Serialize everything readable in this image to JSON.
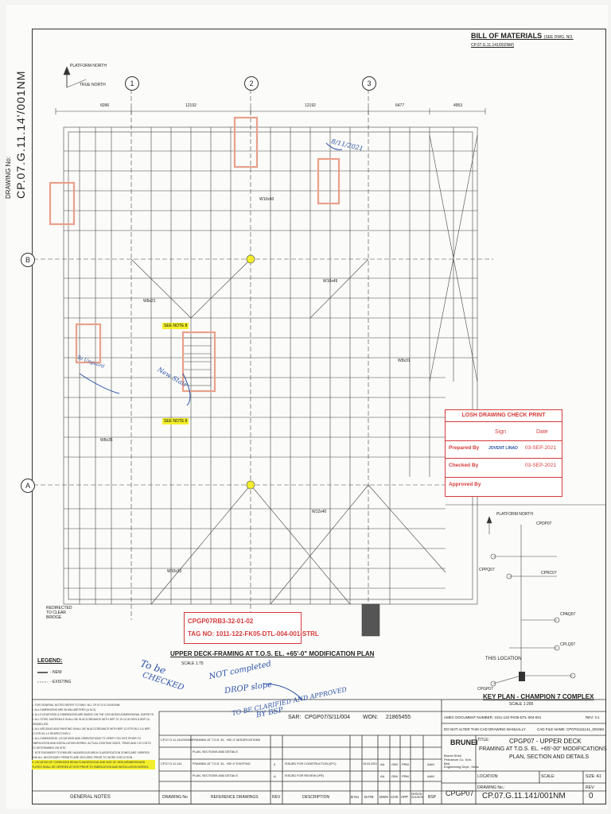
{
  "drawing": {
    "vertical_label": "DRAWING No:",
    "vertical_number": "CP.07.G.11.14'/001NM",
    "bom_title": "BILL OF MATERIALS",
    "bom_sub": "(SEE DWG. NO. CP.07.G.11.141/002NM)"
  },
  "grid": {
    "cols": [
      "1",
      "2",
      "3"
    ],
    "rows": [
      "B",
      "A"
    ]
  },
  "annotations": {
    "platform_north": "PLATFORM NORTH",
    "true_north": "TRUE NORTH",
    "see_note": "SEE NOTE 8",
    "redirected": "REDIRECTED TO CLEAR BRIDGE",
    "dim_top": [
      "6096",
      "12192",
      "12192",
      "6477",
      "4953"
    ],
    "beam_labels": [
      "W10x60",
      "W8x21",
      "W10x49",
      "W8x31",
      "W8x35",
      "W12x40",
      "W10x33"
    ]
  },
  "losh": {
    "title": "LOSH DRAWING CHECK PRINT",
    "col_sign": "Sign",
    "col_date": "Date",
    "prepared_by": "Prepared By",
    "checked_by": "Checked By",
    "approved_by": "Approved By",
    "prepared_date": "03-SEP-2021",
    "checked_date": "03-SEP-2021",
    "signature": "JOVENT LINAO"
  },
  "tag": {
    "line1": "CPGP07RB3-32-01-02",
    "line2": "TAG NO: 1011-122-FK05-DTL-004-001-STRL"
  },
  "plan": {
    "title": "UPPER DECK-FRAMING AT T.O.S. EL. +65'-0\" MODIFICATION PLAN",
    "scale": "SCALE 1:75"
  },
  "keyplan": {
    "title": "KEY PLAN - CHAMPION 7 COMPLEX",
    "scale": "SCALE 1:200",
    "this_location": "THIS LOCATION",
    "platform_north": "PLATFORM NORTH",
    "labels": [
      "CPGP07",
      "CPDP07",
      "CPRC07",
      "CPPQ07",
      "CPAQ07",
      "CPLQ07"
    ]
  },
  "legend": {
    "title": "LEGEND:",
    "new": "- NEW",
    "existing": "- EXISTING"
  },
  "handwriting": {
    "h1": "To be",
    "h2": "CHECKED",
    "h3": "NOT completed",
    "h4": "DROP slope",
    "h5": "TO BE CLARIFIED AND APPROVED",
    "h6": "BY BSP",
    "h7": "8/11/2021",
    "h8": "New Stair",
    "h9": "To Unguard"
  },
  "notes": [
    "1. FOR GENERAL NOTES REFER TO DWG. NO. CP.07.G.01.01/002NM",
    "2. ALL DIMENSIONS ARE IN MILLIMETERS (U.N.O).",
    "3. ALL ELEVATIONS & DIMENSIONS ARE BASED ON THE CSS MODEL/DIMENSIONAL SURVEYS.",
    "4. ALL STEEL MATERIALS SHALL BE IN ACCORDANCE WITH DEP 37.19.10.30-GEN & BSP-12-0002(60)-002.",
    "5. ALL WELDING AND PAINTING SHALL BE IN ACCORDANCE WITH BSP-12.STR.08-1.0 & BSP-12.STR.09-1.0 RESPECTIVELY.",
    "6. ALL DIMENSIONS, LOCATIONS AND ORIENTATIONS TO VERIFY ON SITE PRIOR TO FABRICATION AND INSTALLATION WORKS. ACTUAL EXISTING SIZES, TRIMS AND CUT-OUTS TO DETERMINED ON SITE.",
    "7. SITE ENGINEER TO ENSURE HAZARDOUS AREA CLASSIFICATION ZONES ARE VERIFIED AND ALL NECESSARY PERMITS ARE SECURED PRIOR TO WORK EXECUTION.",
    "8. LOCATION OF CORRODED BEAM FLANGES/LEAD AND SIZE OF NEW MEMBERS/WEB PLATES SHALL BE VERIFIED AT SITE PRIOR TO FABRICATION AND INSTALLATION WORKS."
  ],
  "title_block": {
    "sar_label": "SAR:",
    "sar": "CPGP07/S/11/004",
    "won_label": "WON:",
    "won": "21865455",
    "amec_doc": "AMEC DOCUMENT NUMBER: 1011-122-FK05-DTL-004-001",
    "rev_label": "REV: C1",
    "do_not_alter": "DO NOT ALTER THIS CAD DRAWING MANUALLY",
    "cad_file": "CAD FILE NAME: CP0701111141_001NM",
    "title_label": "TITLE:",
    "title1": "CPGP07 - UPPER DECK",
    "title2": "FRAMING AT T.O.S. EL. +65'-00\" MODIFICATIONS",
    "title3": "PLAN, SECTION AND DETAILS",
    "company": "Brunei Shell Petroleum Co. Sdn. Bhd.",
    "dept": "Engineering Dept., Seria",
    "brand": "BRUNEI",
    "location_label": "LOCATION:",
    "scale_label": "SCALE:",
    "size_label": "SIZE: A1",
    "drawing_no_label": "DRAWING No.:",
    "drawing_no": "CP.07.G.11.141/001NM",
    "rev_no_label": "REV:",
    "rev_no": "0",
    "location": "CPGP07",
    "refs": [
      {
        "dwg": "CP.07.G.11.141/002NM",
        "desc": "FRAMING AT T.O.S. EL. +65'-0\" MODIFICATIONS"
      },
      {
        "dwg": "",
        "desc": "PLAN, SECTIONS AND DETAILS"
      },
      {
        "dwg": "CP.07.G.11.141",
        "desc": "FRAMING AT T.O.S. EL. +65'-0\" EXISTING"
      },
      {
        "dwg": "",
        "desc": "PLAN, SECTIONS AND DETAILS"
      }
    ],
    "revs": [
      {
        "rev": "0",
        "desc": "ISSUED FOR CONSTRUCTION (IFC)",
        "date": "15.03.2021",
        "dwn": "AA",
        "chk": "GBV",
        "app": "PRM",
        "bsp": "AAM"
      },
      {
        "rev": "A",
        "desc": "ISSUED FOR REVIEW (IFR)",
        "date": "",
        "dwn": "AA",
        "chk": "GBV",
        "app": "PRM",
        "bsp": "AAM"
      }
    ],
    "footer": {
      "general_notes": "GENERAL NOTES",
      "drawing_no": "DRAWING No",
      "reference_drawings": "REFERENCE DRAWINGS",
      "rev": "REV",
      "description": "DESCRIPTION",
      "bno": "B No",
      "date": "DATE",
      "dwn": "DWN",
      "chk": "CHK",
      "app": "APP",
      "design_source": "DESIGN SOURCE",
      "bsp": "BSP"
    }
  }
}
